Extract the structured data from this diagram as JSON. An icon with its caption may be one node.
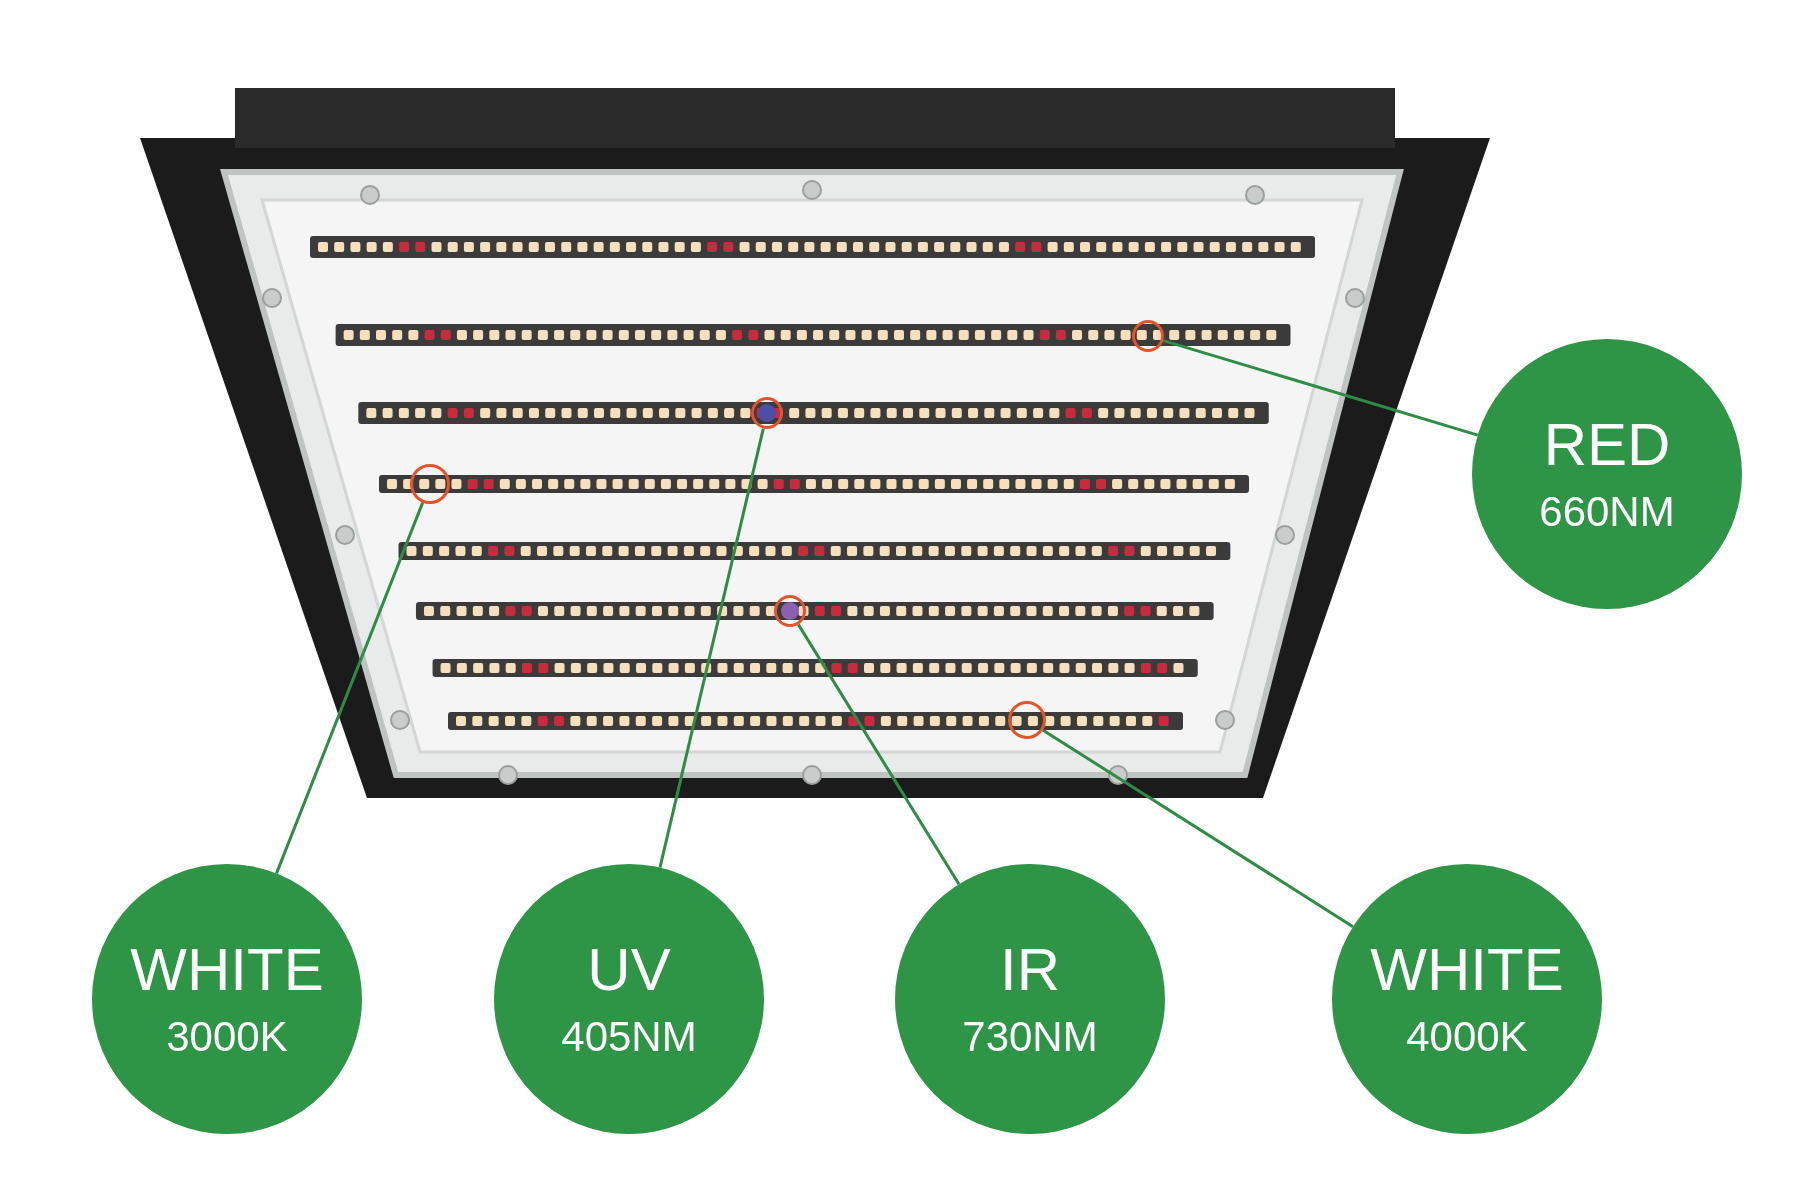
{
  "diagram": {
    "nodes": [
      {
        "text": [
          "RED",
          "660NM"
        ]
      },
      {
        "text": [
          "WHITE",
          "3000K"
        ]
      },
      {
        "text": [
          "UV",
          "405NM"
        ]
      },
      {
        "text": [
          "IR",
          "730NM"
        ]
      },
      {
        "text": [
          "WHITE",
          "4000K"
        ]
      },
      {
        "text": [],
        "shape": "circle"
      },
      {
        "text": [],
        "shape": "circle"
      },
      {
        "text": [],
        "shape": "circle"
      },
      {
        "text": [],
        "shape": "circle"
      },
      {
        "text": [],
        "shape": "circle"
      }
    ],
    "edges": [
      {
        "from": 0,
        "to": 5,
        "arrow": "none"
      },
      {
        "from": 1,
        "to": 6,
        "arrow": "none"
      },
      {
        "from": 2,
        "to": 7,
        "arrow": "none"
      },
      {
        "from": 3,
        "to": 8,
        "arrow": "none"
      },
      {
        "from": 4,
        "to": 9,
        "arrow": "none"
      }
    ]
  }
}
